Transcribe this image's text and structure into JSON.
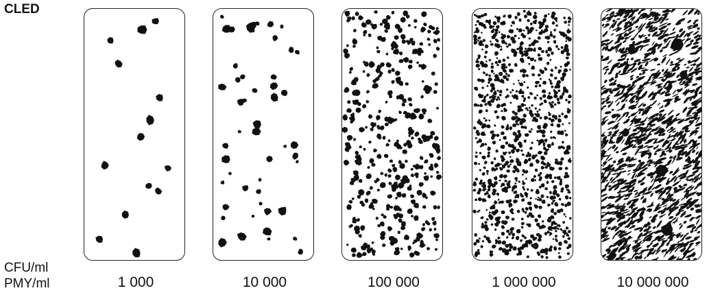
{
  "medium": "CLED",
  "unit_lines": [
    "CFU/ml",
    "PMY/ml"
  ],
  "panels": [
    {
      "count_label": "1 000",
      "colonies": 14,
      "pattern": "sparse-large"
    },
    {
      "count_label": "10 000",
      "colonies": 50,
      "pattern": "scattered"
    },
    {
      "count_label": "100 000",
      "colonies": 420,
      "pattern": "dense-dots"
    },
    {
      "count_label": "1 000 000",
      "colonies": 1100,
      "pattern": "very-dense-dots"
    },
    {
      "count_label": "10 000 000",
      "colonies": 1500,
      "pattern": "confluent-streaks"
    }
  ],
  "colors": {
    "colony": "#111111",
    "plate_border": "#222222",
    "background": "#ffffff"
  }
}
